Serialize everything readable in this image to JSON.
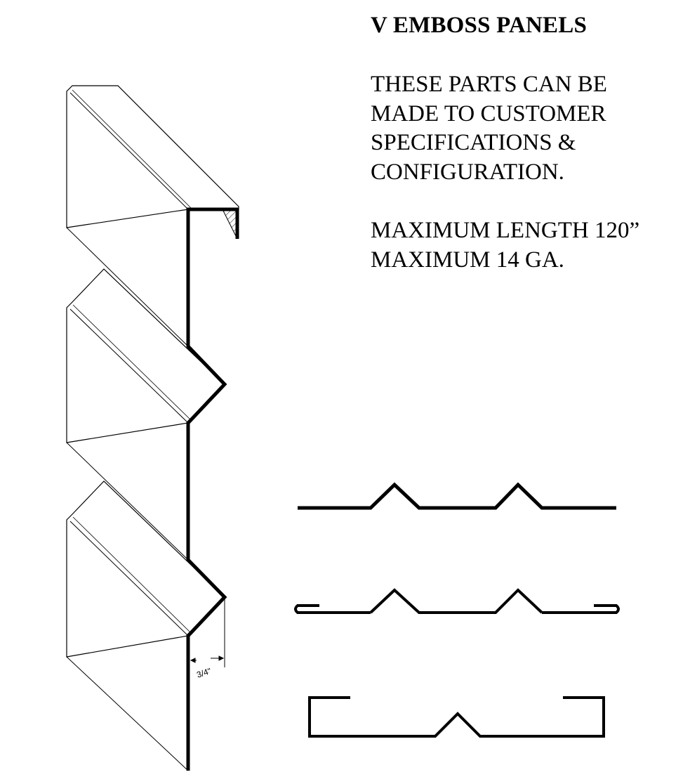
{
  "title": "V EMBOSS PANELS",
  "description": [
    "THESE PARTS CAN BE",
    "MADE TO CUSTOMER",
    "SPECIFICATIONS &",
    "CONFIGURATION."
  ],
  "specs": [
    "MAXIMUM LENGTH 120”",
    "MAXIMUM 14 GA."
  ],
  "dimension_label": "3/4\""
}
